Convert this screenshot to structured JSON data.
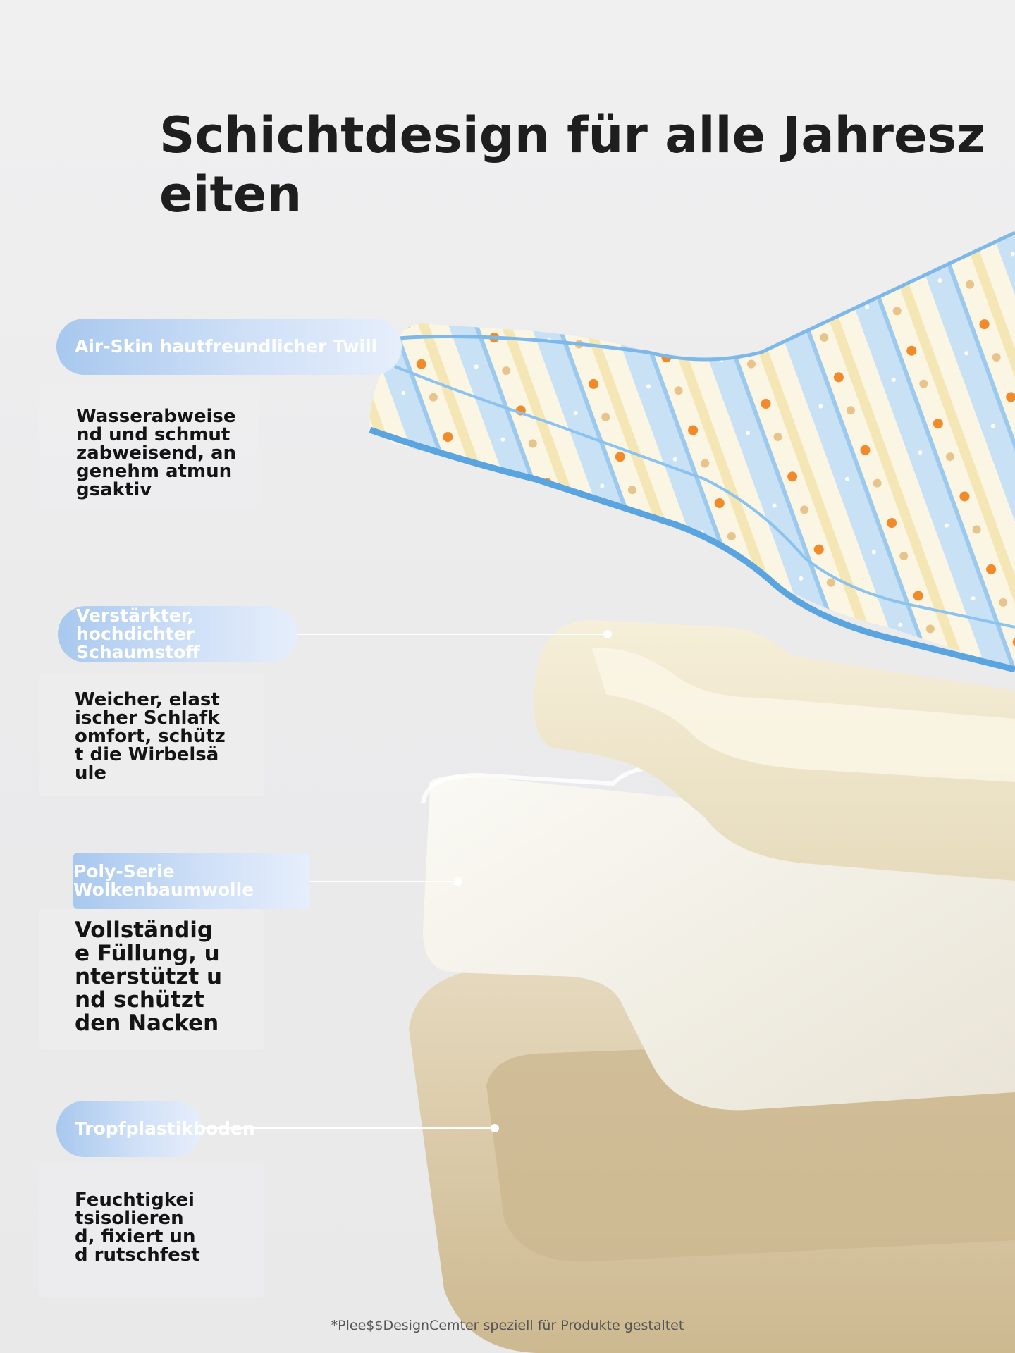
{
  "title": "Schichtdesign für alle Jahreszeiten",
  "layers": [
    {
      "label": "Air-Skin hautfreundlicher Twill",
      "description": "Wasserabweisend und schmutzabweisend, angenehm atmungsaktiv"
    },
    {
      "label": "Verstärkter, hochdichter Schaumstoff",
      "description": "Weicher, elastischer Schlafkomfort, schützt die Wirbelsäule"
    },
    {
      "label": "Poly-Serie Wolkenbaumwolle",
      "description": "Vollständige Füllung, unterstützt und schützt den Nacken"
    },
    {
      "label": "Tropfplastikboden",
      "description": "Feuchtigkeitsisolierend, fixiert und rutschfest"
    }
  ],
  "footer": "*Plee$$DesignCemter speziell für Produkte gestaltet",
  "colors": {
    "pill_blue": "#a8c8ee",
    "foam_cream": "#f3ecd6",
    "cotton_white": "#f6f3ea",
    "base_tan": "#d8c7a3",
    "cover_blue": "#6fb0e6",
    "cover_yellow": "#f7ecc0"
  }
}
